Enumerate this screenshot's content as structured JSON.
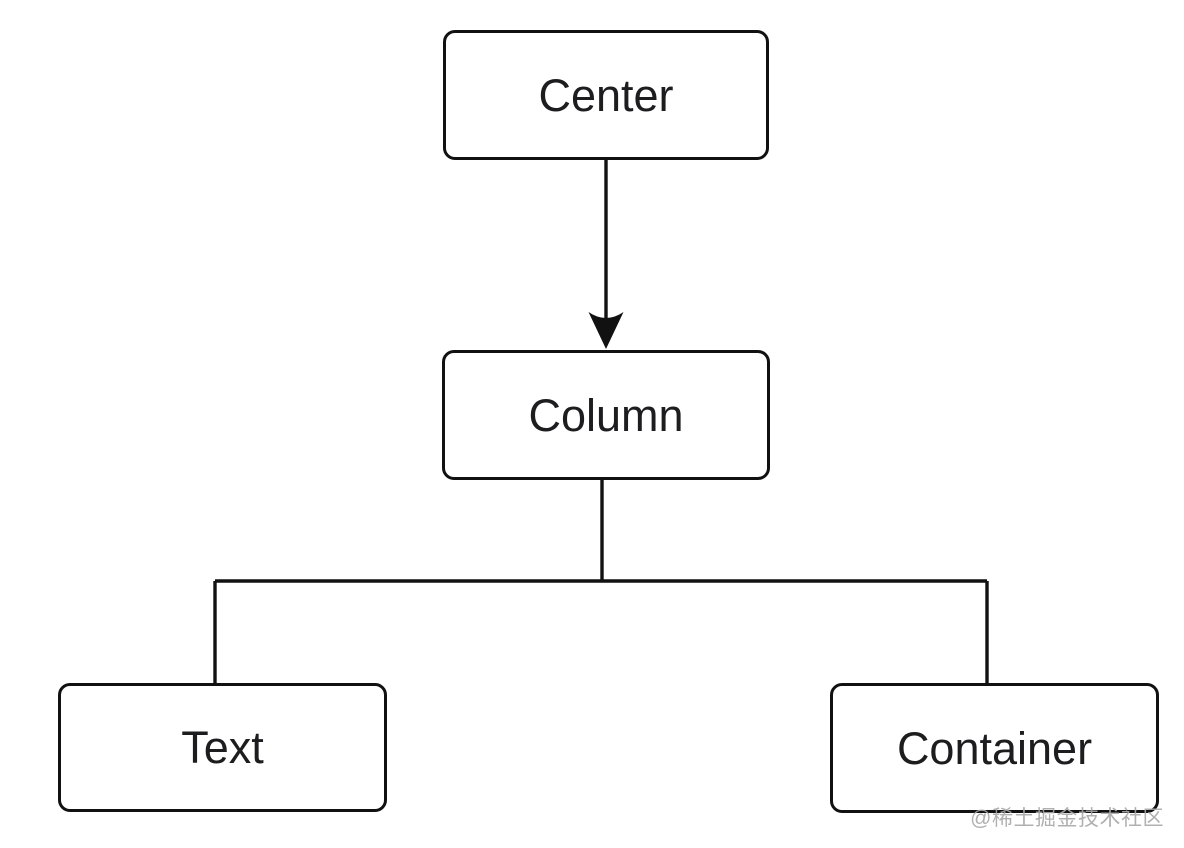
{
  "diagram": {
    "type": "flowchart",
    "nodes": {
      "center": {
        "label": "Center"
      },
      "column": {
        "label": "Column"
      },
      "text": {
        "label": "Text"
      },
      "container": {
        "label": "Container"
      }
    },
    "edges": [
      {
        "from": "Center",
        "to": "Column",
        "arrowhead": true,
        "shape": "straight-vertical"
      },
      {
        "from": "Column",
        "to": "Text",
        "arrowhead": false,
        "shape": "elbow"
      },
      {
        "from": "Column",
        "to": "Container",
        "arrowhead": false,
        "shape": "elbow"
      }
    ],
    "colors": {
      "stroke": "#111111",
      "node_fill": "#ffffff",
      "label": "#1d1d1f",
      "watermark": "#a8a8a8"
    }
  },
  "watermark": {
    "text": "@稀土掘金技术社区"
  }
}
